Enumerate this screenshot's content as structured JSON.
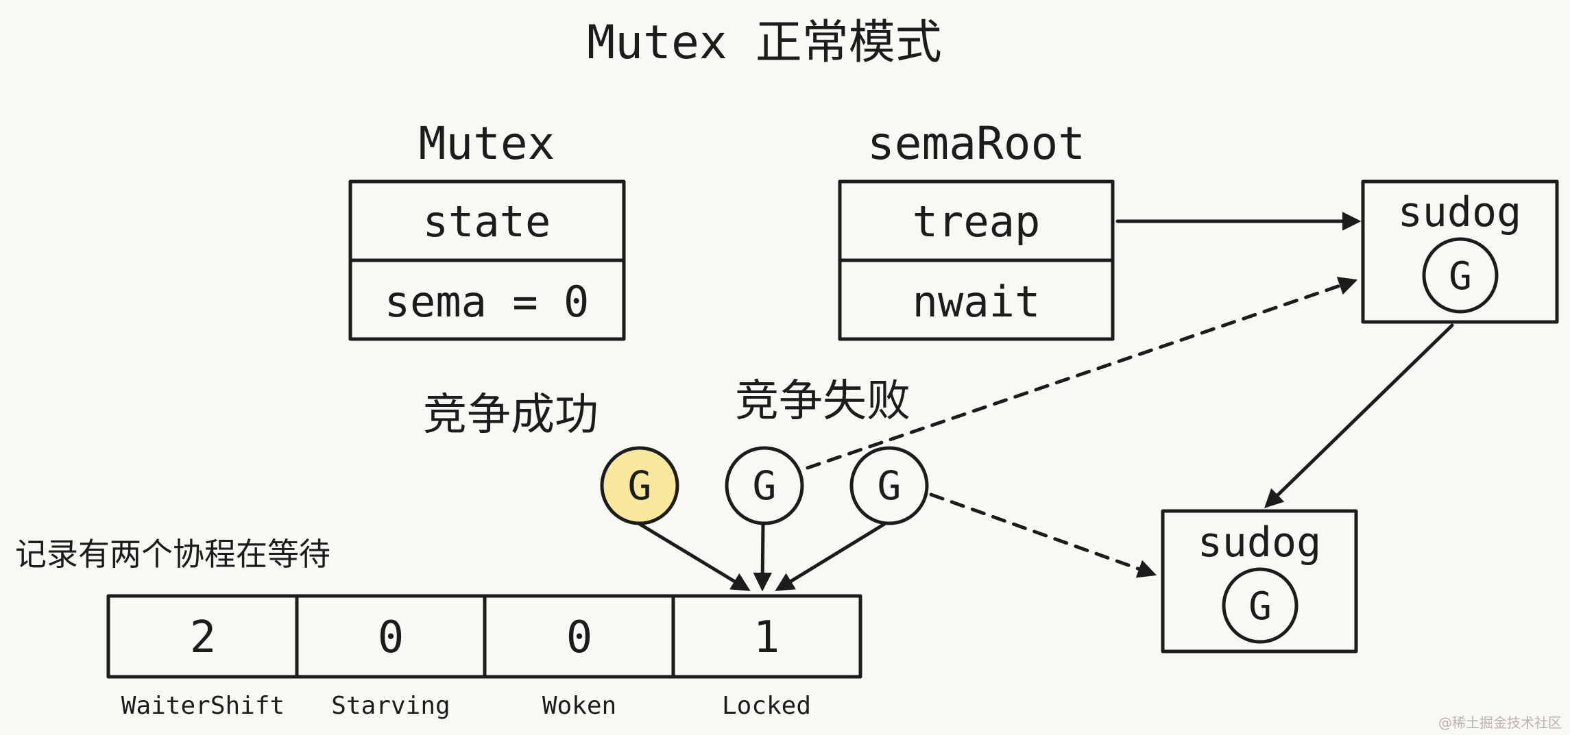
{
  "title": "Mutex 正常模式",
  "mutex": {
    "label": "Mutex",
    "fields": [
      "state",
      "sema = 0"
    ]
  },
  "semaRoot": {
    "label": "semaRoot",
    "fields": [
      "treap",
      "nwait"
    ]
  },
  "sudog_top": {
    "label": "sudog",
    "g": "G"
  },
  "sudog_bottom": {
    "label": "sudog",
    "g": "G"
  },
  "labels": {
    "success": "竞争成功",
    "fail": "竞争失败",
    "waiting_note": "记录有两个协程在等待"
  },
  "goroutines": [
    {
      "label": "G",
      "highlighted": true
    },
    {
      "label": "G",
      "highlighted": false
    },
    {
      "label": "G",
      "highlighted": false
    }
  ],
  "state_bits": {
    "values": [
      "2",
      "0",
      "0",
      "1"
    ],
    "names": [
      "WaiterShift",
      "Starving",
      "Woken",
      "Locked"
    ]
  },
  "colors": {
    "background": "#faf8f5",
    "stroke": "#1c1c1c",
    "highlight": "#f9e79f"
  },
  "watermark": "@稀土掘金技术社区"
}
